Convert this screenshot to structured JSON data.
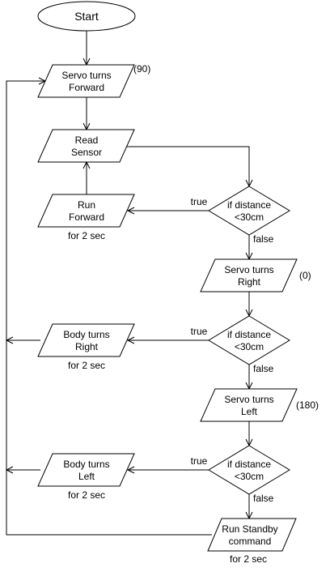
{
  "flowchart": {
    "start": "Start",
    "servo_forward": {
      "line1": "Servo turns",
      "line2": "Forward",
      "angle": "(90)"
    },
    "read_sensor": {
      "line1": "Read",
      "line2": "Sensor"
    },
    "run_forward": {
      "line1": "Run",
      "line2": "Forward",
      "duration": "for 2 sec"
    },
    "decision_1": {
      "line1": "if distance",
      "line2": "<30cm",
      "true_label": "true",
      "false_label": "false"
    },
    "servo_right": {
      "line1": "Servo turns",
      "line2": "Right",
      "angle": "(0)"
    },
    "body_right": {
      "line1": "Body turns",
      "line2": "Right",
      "duration": "for 2 sec"
    },
    "decision_2": {
      "line1": "if distance",
      "line2": "<30cm",
      "true_label": "true",
      "false_label": "false"
    },
    "servo_left": {
      "line1": "Servo turns",
      "line2": "Left",
      "angle": "(180)"
    },
    "body_left": {
      "line1": "Body turns",
      "line2": "Left",
      "duration": "for 2 sec"
    },
    "decision_3": {
      "line1": "if distance",
      "line2": "<30cm",
      "true_label": "true",
      "false_label": "false"
    },
    "standby": {
      "line1": "Run Standby",
      "line2": "command",
      "duration": "for 2 sec"
    }
  }
}
